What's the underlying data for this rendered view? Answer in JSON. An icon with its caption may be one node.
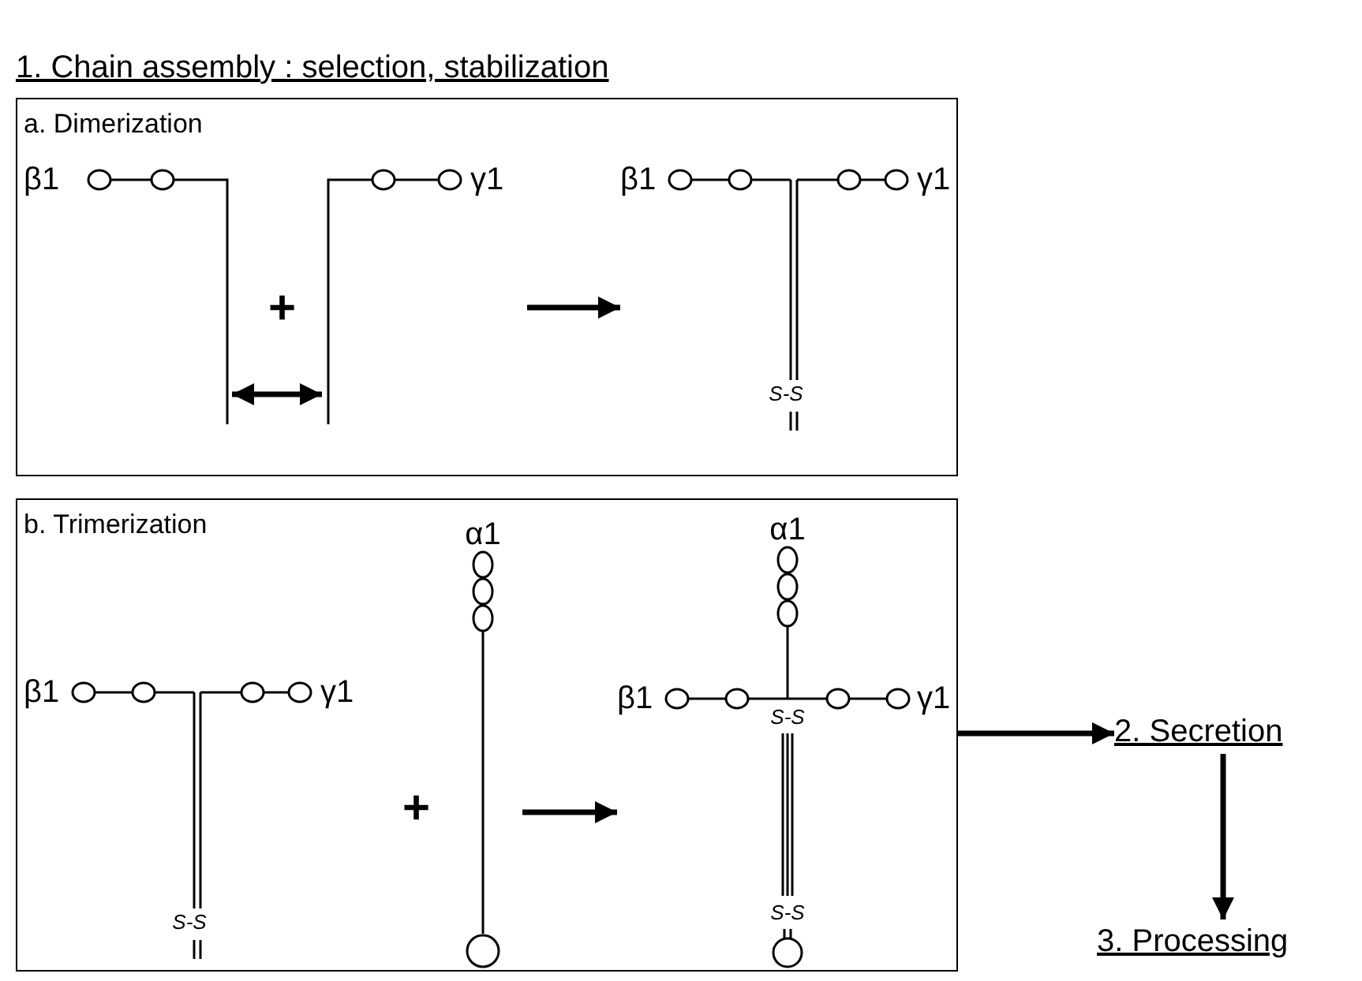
{
  "diagram": {
    "title": "1. Chain assembly : selection, stabilization",
    "nodes": [
      {
        "text": [
          "a. Dimerization"
        ]
      },
      {
        "text": [
          "b. Trimerization"
        ]
      },
      {
        "text": [
          "2. Secretion"
        ]
      },
      {
        "text": [
          "3. Processing"
        ]
      },
      {
        "text": [
          "β1"
        ],
        "in": 0
      },
      {
        "text": [
          "γ1"
        ],
        "in": 0
      },
      {
        "text": [
          "β1",
          "γ1",
          "S-S"
        ],
        "in": 0
      },
      {
        "text": [
          "β1",
          "γ1",
          "S-S"
        ],
        "in": 1
      },
      {
        "text": [
          "α1"
        ],
        "in": 1
      },
      {
        "text": [
          "α1",
          "β1",
          "γ1",
          "S-S",
          "S-S"
        ],
        "in": 1
      }
    ],
    "edges": [
      {
        "from": 4,
        "to": 5,
        "arrow": "both"
      },
      {
        "from": 5,
        "to": 6,
        "arrow": "to"
      },
      {
        "from": 8,
        "to": 9,
        "arrow": "to"
      },
      {
        "from": 1,
        "to": 2,
        "arrow": "to"
      },
      {
        "from": 2,
        "to": 3,
        "arrow": "to"
      }
    ],
    "labels": [
      "+",
      "+"
    ]
  }
}
